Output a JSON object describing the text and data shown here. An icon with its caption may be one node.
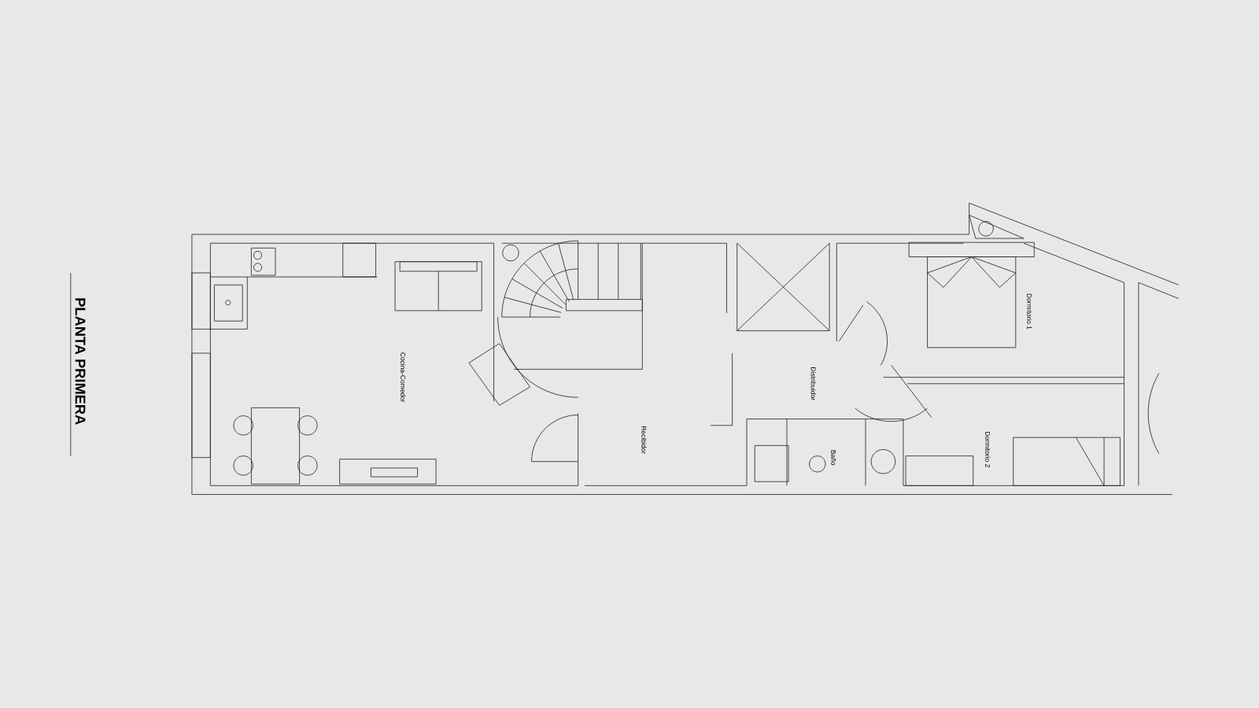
{
  "diagram": {
    "labels": [
      "PLANTA PRIMERA",
      "Cocina-Comedor",
      "Recibidor",
      "Distribuidor",
      "Baño",
      "Dormitorio 1",
      "Dormitorio 2"
    ]
  }
}
